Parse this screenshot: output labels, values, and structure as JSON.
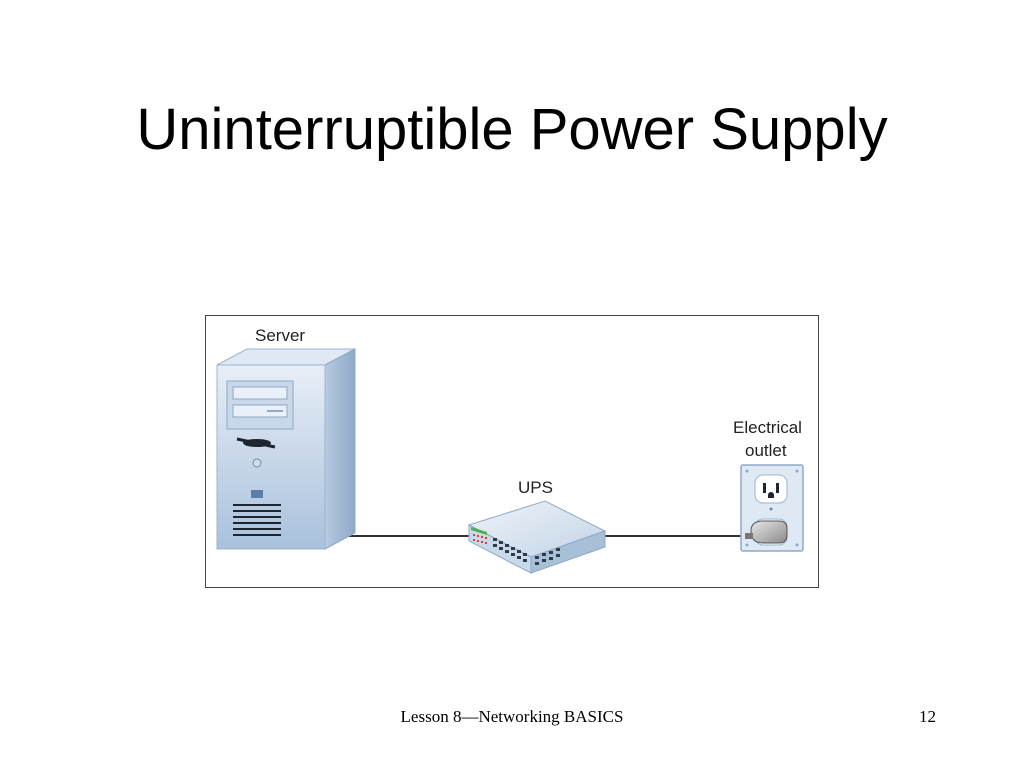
{
  "slide": {
    "title": "Uninterruptible Power Supply",
    "footer": "Lesson 8—Networking BASICS",
    "page_number": "12"
  },
  "diagram": {
    "server_label": "Server",
    "ups_label": "UPS",
    "outlet_label_line1": "Electrical",
    "outlet_label_line2": "outlet",
    "icons": [
      "server-tower-icon",
      "ups-device-icon",
      "electrical-outlet-icon",
      "power-plug-icon"
    ],
    "colors": {
      "device_light": "#dbe7f3",
      "device_mid": "#b9cde3",
      "device_dark": "#8fa9c6",
      "port_dark": "#2f3a4a",
      "indicator_red": "#d9453a",
      "indicator_green": "#4caf50",
      "cable": "#333333"
    }
  }
}
